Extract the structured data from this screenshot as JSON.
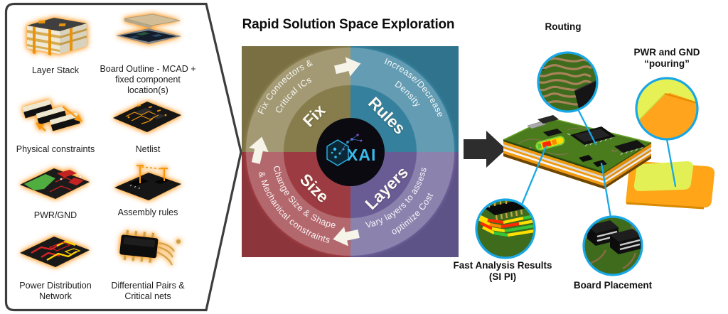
{
  "panel": {
    "items": [
      {
        "id": "layer-stack",
        "line1": "Layer Stack"
      },
      {
        "id": "board-outline",
        "line1": "Board Outline - MCAD +",
        "line2": "fixed component location(s)"
      },
      {
        "id": "physical-constraints",
        "line1": "Physical constraints"
      },
      {
        "id": "netlist",
        "line1": "Netlist"
      },
      {
        "id": "pwr-gnd",
        "line1": "PWR/GND"
      },
      {
        "id": "assembly-rules",
        "line1": "Assembly rules"
      },
      {
        "id": "pdn",
        "line1": "Power Distribution",
        "line2": "Network"
      },
      {
        "id": "diff-pairs",
        "line1": "Differential Pairs &",
        "line2": "Critical nets"
      }
    ]
  },
  "diagram": {
    "title": "Rapid Solution Space Exploration",
    "logo_text": "XAI",
    "quadrants": [
      {
        "name": "Fix",
        "line1": "Fix Connectors &",
        "line2": "Critical ICs",
        "color": "#877C4B"
      },
      {
        "name": "Rules",
        "line1": "Increase/Decrease",
        "line2": "Density",
        "color": "#35809C"
      },
      {
        "name": "Size",
        "line1": "Change Size & Shape",
        "line2": "& Mechanical constraints",
        "color": "#9C3B41"
      },
      {
        "name": "Layers",
        "line1": "Vary layers to assess",
        "line2": "optimize Cost",
        "color": "#695C95"
      }
    ]
  },
  "callouts": {
    "routing": {
      "label": "Routing"
    },
    "pwr": {
      "line1": "PWR and GND",
      "line2": "“pouring”"
    },
    "analysis": {
      "line1": "Fast Analysis Results",
      "line2": "(SI PI)"
    },
    "placement": {
      "label": "Board Placement"
    }
  },
  "colors": {
    "accent_cyan": "#18A7E5",
    "arrow_dark": "#2D2D2D",
    "board_green": "#4A7B1D",
    "flex_orange": "#FFA517",
    "pour_yellow": "#E6F155",
    "panel_border": "#3D3D3D"
  }
}
